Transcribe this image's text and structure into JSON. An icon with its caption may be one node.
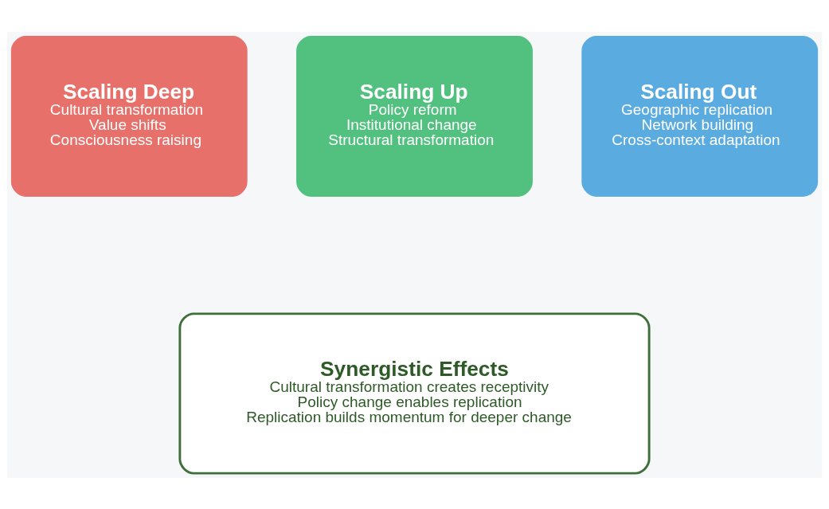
{
  "diagram": {
    "nodes": [
      {
        "text": [
          "Scaling Deep",
          "Cultural transformation",
          "Value shifts",
          "Consciousness raising"
        ]
      },
      {
        "text": [
          "Scaling Up",
          "Policy reform",
          "Institutional change",
          "Structural transformation"
        ]
      },
      {
        "text": [
          "Scaling Out",
          "Geographic replication",
          "Network building",
          "Cross-context adaptation"
        ]
      },
      {
        "text": [
          "Synergistic Effects",
          "Cultural transformation creates receptivity",
          "Policy change enables replication",
          "Replication builds momentum for deeper change"
        ]
      }
    ]
  }
}
